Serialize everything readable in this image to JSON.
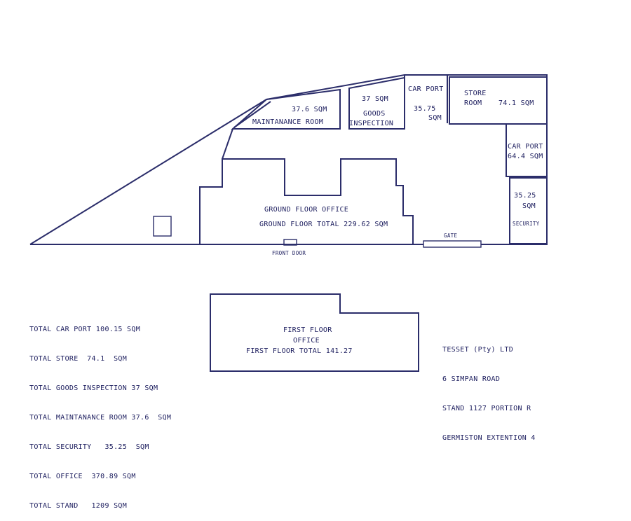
{
  "rooms": {
    "maintenance_area": "37.6 SQM",
    "maintenance_name": "MAINTANANCE ROOM",
    "goods_area": "37 SQM",
    "goods_name_1": "GOODS",
    "goods_name_2": "INSPECTION",
    "carport_top_name": "CAR PORT",
    "carport_top_area_1": "35.75",
    "carport_top_area_2": "SQM",
    "store_name_1": "STORE",
    "store_name_2": "ROOM",
    "store_area": "74.1 SQM",
    "carport_right_name": "CAR PORT",
    "carport_right_area": "64.4 SQM",
    "security_area_1": "35.25",
    "security_area_2": "SQM",
    "security_name": "SECURITY",
    "ground_office_name": "GROUND FLOOR OFFICE",
    "ground_office_total": "GROUND FLOOR TOTAL 229.62 SQM",
    "gate": "GATE",
    "front_door": "FRONT DOOR",
    "first_floor_1": "FIRST FLOOR",
    "first_floor_2": "OFFICE",
    "first_floor_total": "FIRST FLOOR TOTAL 141.27"
  },
  "totals": [
    "TOTAL CAR PORT 100.15 SQM",
    "TOTAL STORE  74.1  SQM",
    "TOTAL GOODS INSPECTION 37 SQM",
    "TOTAL MAINTANANCE ROOM 37.6  SQM",
    "TOTAL SECURITY   35.25  SQM",
    "TOTAL OFFICE  370.89 SQM",
    "TOTAL STAND   1209 SQM"
  ],
  "company": [
    "TESSET (Pty) LTD",
    "6 SIMPAN ROAD",
    "STAND 1127 PORTION R",
    "GERMISTON EXTENTION 4"
  ]
}
